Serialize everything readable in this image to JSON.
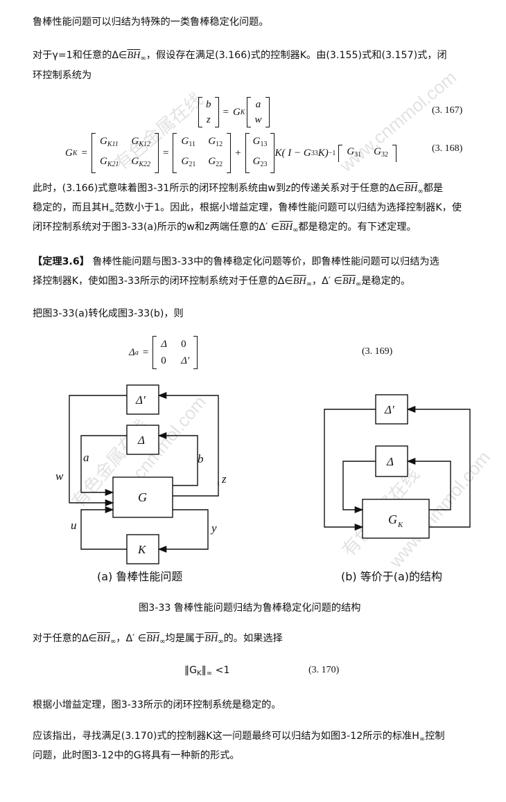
{
  "lines": {
    "l1": "鲁棒性能问题可以归结为特殊的一类鲁棒稳定化问题。",
    "l2a": "对于γ=1和任意的Δ∈",
    "l2b": "，假设存在满足(3.166)式的控制器K。由(3.155)式和(3.157)式，闭",
    "l3": "环控制系统为",
    "p2a": "此时，(3.166)式意味着图3-31所示的闭环控制系统由w到z的传递关系对于任意的Δ∈",
    "p2b": "都是",
    "p2c": "稳定的，而且其H",
    "p2d": "范数小于1。因此，根据小增益定理，鲁棒性能问题可以归结为选择控制器K，使",
    "p2e": "闭环控制系统对于图3-33(a)所示的w和z两端任意的Δ′ ∈",
    "p2f": "都是稳定的。有下述定理。",
    "th_label": "【定理3.6】",
    "th_a": " 鲁棒性能问题与图3-33中的鲁棒稳定化问题等价，即鲁棒性能问题可以归结为选",
    "th_b": "择控制器K，使如图3-33所示的闭环控制系统对于任意的Δ∈",
    "th_c": "，Δ′ ∈",
    "th_d": "是稳定的。",
    "p3": "把图3-33(a)转化成图3-33(b)，则",
    "p4a": "对于任意的Δ∈",
    "p4b": "，Δ′ ∈",
    "p4c": "均是属于",
    "p4d": "的。如果选择",
    "p5": "根据小增益定理，图3-33所示的闭环控制系统是稳定的。",
    "p6a": "应该指出，寻找满足(3.170)式的控制器K这一问题最终可以归结为如图3-12所示的标准H",
    "p6b": "控制",
    "p6c": "问题，此时图3-12中的G将具有一种新的形式。"
  },
  "symbols": {
    "BH": "BH",
    "inf": "∞"
  },
  "equations": {
    "e167": {
      "num": "(3. 167)",
      "lhs_top": "b",
      "lhs_bot": "z",
      "G": "G",
      "K": "K",
      "rhs_top": "a",
      "rhs_bot": "w"
    },
    "e168": {
      "num": "(3. 168)",
      "lhs": "G",
      "lhs_sub": "K",
      "m1": [
        "G",
        "K11",
        "G",
        "K12",
        "G",
        "K21",
        "G",
        "K22"
      ],
      "m2": [
        "G",
        "11",
        "G",
        "12",
        "G",
        "21",
        "G",
        "22"
      ],
      "m3": [
        "G",
        "13",
        "G",
        "23"
      ],
      "mid": "K( I − G",
      "mid_sub": "33",
      "mid2": "K)",
      "mid_sup": "−1",
      "m4": [
        "G",
        "31",
        "G",
        "32"
      ]
    },
    "e169": {
      "num": "(3. 169)",
      "lhs": "Δ",
      "lhs_sub": "a",
      "m": [
        "Δ",
        "0",
        "0",
        "Δ′"
      ]
    },
    "e170": {
      "num": "(3. 170)",
      "text_a": "‖G",
      "text_sub": "K",
      "text_b": "‖",
      "text_c": " <1"
    }
  },
  "figure": {
    "a": {
      "delta_prime": "Δ′",
      "delta": "Δ",
      "G": "G",
      "K": "K",
      "a": "a",
      "b": "b",
      "w": "w",
      "z": "z",
      "u": "u",
      "y": "y",
      "caption": "(a) 鲁棒性能问题"
    },
    "b": {
      "delta_prime": "Δ′",
      "delta": "Δ",
      "G": "G",
      "G_sub": "K",
      "caption": "(b) 等价于(a)的结构"
    },
    "caption": "图3-33 鲁棒性能问题归结为鲁棒稳定化问题的结构"
  },
  "watermarks": [
    "有色金属在线",
    "www.cnmmol.com"
  ]
}
